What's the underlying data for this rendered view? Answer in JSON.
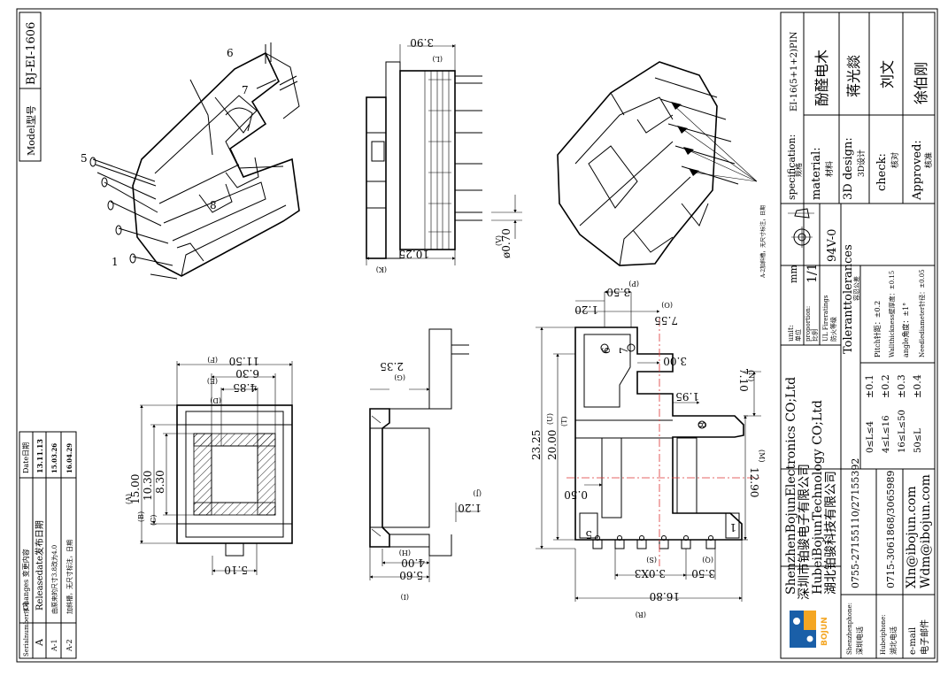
{
  "model": {
    "label": "Model型号",
    "value": "BJ-EI-1606"
  },
  "revision_table": {
    "headers": {
      "serial": "Serialnumber序号",
      "changes": "Changes 变更内容",
      "date": "Date日期"
    },
    "rows": [
      {
        "serial": "A",
        "changes": "Releasedate发布日期",
        "date": "13.11.13"
      },
      {
        "serial": "A-1",
        "changes": "由原来的尺寸3.8改为4.0",
        "date": "15.03.26"
      },
      {
        "serial": "A-2",
        "changes": "加斜槽，无尺寸标注，日期",
        "date": "16.04.29"
      }
    ]
  },
  "title_block": {
    "specification": {
      "label_en": "specification:",
      "label_cn": "规格",
      "value": "EI-16(5+1+2)PIN"
    },
    "material": {
      "label_en": "material:",
      "label_cn": "材料",
      "value": "酚醛电木"
    },
    "design": {
      "label_en": "3D design:",
      "label_cn": "3D设计",
      "value": "蒋光燚"
    },
    "check": {
      "label_en": "check:",
      "label_cn": "核对",
      "value": "刘文"
    },
    "approved": {
      "label_en": "Approved:",
      "label_cn": "核准",
      "value": "徐伯刚"
    },
    "unit": {
      "label_en": "unit:",
      "label_cn": "单位",
      "value": "mm"
    },
    "proportion": {
      "label_en": "proportion:",
      "label_cn": "比例",
      "value": "1/1"
    },
    "flame": {
      "label_en": "UL Fireratings",
      "label_cn": "防火等级",
      "value": "94V-0"
    },
    "tolerances": {
      "title_en": "Toleranttolerances",
      "title_cn": "容忍公差",
      "rows": [
        {
          "range": "0≤L≤4",
          "tol": "±0.1"
        },
        {
          "range": "4≤L≤16",
          "tol": "±0.2"
        },
        {
          "range": "16≤L≤50",
          "tol": "±0.3"
        },
        {
          "range": "50≤L",
          "tol": "±0.4"
        }
      ],
      "notes": [
        "Pitch针距：±0.2",
        "Wallthickness壁厚度：±0.15",
        "angle角度：±1°",
        "Needlediameter针径：±0.05"
      ]
    },
    "company": {
      "line1": "ShenzhenBojunElectronics CO;Ltd",
      "line2": "深圳市铂骏电子有限公司",
      "line3": "HubeiBojunTechnology CO;Ltd",
      "line4": "湖北铂骏科技有限公司",
      "logo_text": "BOJUN"
    },
    "contacts": [
      {
        "label_en": "Shenzhenphone:",
        "label_cn": "深圳电话",
        "value": "0755-27155110/27155392"
      },
      {
        "label_en": "Hubeiphone:",
        "label_cn": "湖北电话",
        "value": "0715-3061868/3065989"
      },
      {
        "label_en": "e-mail",
        "label_cn": "电子邮件",
        "value1": "Xln@ibojun.com",
        "value2": "Wdm@ibojun.com"
      }
    ]
  },
  "iso_view": {
    "pins": [
      "5",
      "6",
      "7",
      "8",
      "1"
    ]
  },
  "iso_view2": {
    "note": "A-2加斜槽，无尺寸标注，日期"
  },
  "bottom_view": {
    "dims": {
      "A": "15.00",
      "B": "10.30",
      "C": "8.30",
      "F": "11.50",
      "E": "6.30",
      "D": "4.85",
      "bottom": "5.10"
    },
    "labels": {
      "A": "(A)",
      "B": "(B)",
      "C": "(C)",
      "D": "(D)",
      "E": "(E)",
      "F": "(F)"
    }
  },
  "side_top_view": {
    "dims": {
      "L": "3.90",
      "K": "10.25",
      "V": "ø0.70"
    },
    "labels": {
      "L": "(L)",
      "K": "(K)",
      "V": "(V)"
    }
  },
  "side_bottom_view": {
    "dims": {
      "G": "2.35",
      "J": "1.20",
      "H": "4.00",
      "I": "5.60"
    },
    "labels": {
      "G": "(G)",
      "J": "(J)",
      "H": "(H)",
      "I": "(I)"
    }
  },
  "front_view": {
    "dims": {
      "P": "1.20",
      "O": "3.50",
      "R": "7.55",
      "top": "3.00",
      "S95": "1.95",
      "N": "7.10",
      "U": "23.25",
      "T": "20.00",
      "M": "12.90",
      "w": "0.50",
      "S": "3.0X3",
      "Q": "3.50",
      "Rb": "16.80"
    },
    "labels": {
      "P": "(P)",
      "O": "(O)",
      "N": "(N)",
      "U": "(U)",
      "T": "(T)",
      "M": "(M)",
      "S": "(S)",
      "Q": "(Q)",
      "R": "(R)"
    },
    "pins": [
      "6",
      "7",
      "8",
      "5",
      "1"
    ]
  }
}
